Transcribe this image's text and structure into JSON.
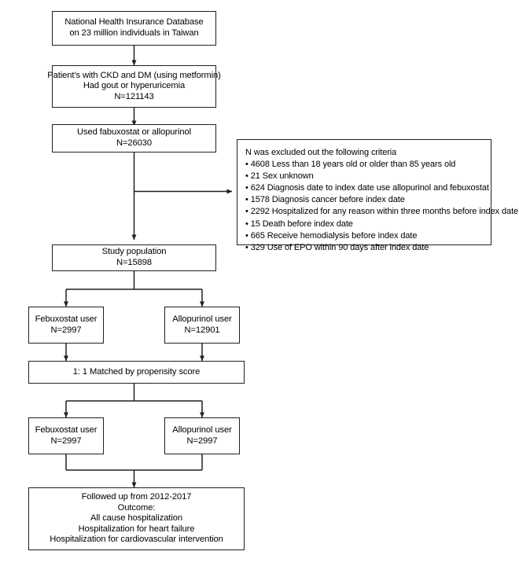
{
  "diagram": {
    "title": "Study population selection flow chart",
    "line_color": "#231f20",
    "background": "#ffffff"
  },
  "nodes": {
    "source_db": {
      "name": "national-health-insurance-database",
      "lines": [
        "National Health Insurance Database",
        "on 23 million individuals in Taiwan"
      ]
    },
    "cohort_ckd_dm": {
      "name": "ckd-dm-gout-cohort",
      "lines": [
        "Patient’s with CKD and DM (using metformin)",
        "Had gout or hyperuricemia",
        "N=121143"
      ]
    },
    "drug_users": {
      "name": "febuxostat-or-allopurinol-users",
      "lines": [
        "Used fabuxostat or allopurinol",
        "N=26030"
      ]
    },
    "exclusions": {
      "name": "exclusion-criteria",
      "header": "N was excluded out the following criteria",
      "items": [
        "4608 Less than 18 years old or older than 85 years old",
        "21 Sex unknown",
        "624 Diagnosis date to index date use allopurinol and febuxostat",
        "1578 Diagnosis cancer before index date",
        "2292 Hospitalized for any reason within three months before index date",
        "15 Death before index date",
        "665 Receive hemodialysis before index date",
        "329 Use of EPO within 90 days after index date"
      ]
    },
    "study_population": {
      "name": "study-population",
      "lines": [
        "Study population",
        "N=15898"
      ]
    },
    "febuxostat_pre": {
      "name": "febuxostat-user-prematch",
      "lines": [
        "Febuxostat user",
        "N=2997"
      ]
    },
    "allopurinol_pre": {
      "name": "allopurinol-user-prematch",
      "lines": [
        "Allopurinol user",
        "N=12901"
      ]
    },
    "matching": {
      "name": "propensity-score-matching",
      "lines": [
        "1: 1 Matched by propensity score"
      ]
    },
    "febuxostat_post": {
      "name": "febuxostat-user-postmatch",
      "lines": [
        "Febuxostat user",
        "N=2997"
      ]
    },
    "allopurinol_post": {
      "name": "allopurinol-user-postmatch",
      "lines": [
        "Allopurinol user",
        "N=2997"
      ]
    },
    "followup": {
      "name": "followup-outcomes",
      "lines": [
        "Followed up from 2012-2017",
        "Outcome:",
        "All cause hospitalization",
        "Hospitalization for heart failure",
        "Hospitalization for cardiovascular intervention"
      ]
    }
  }
}
